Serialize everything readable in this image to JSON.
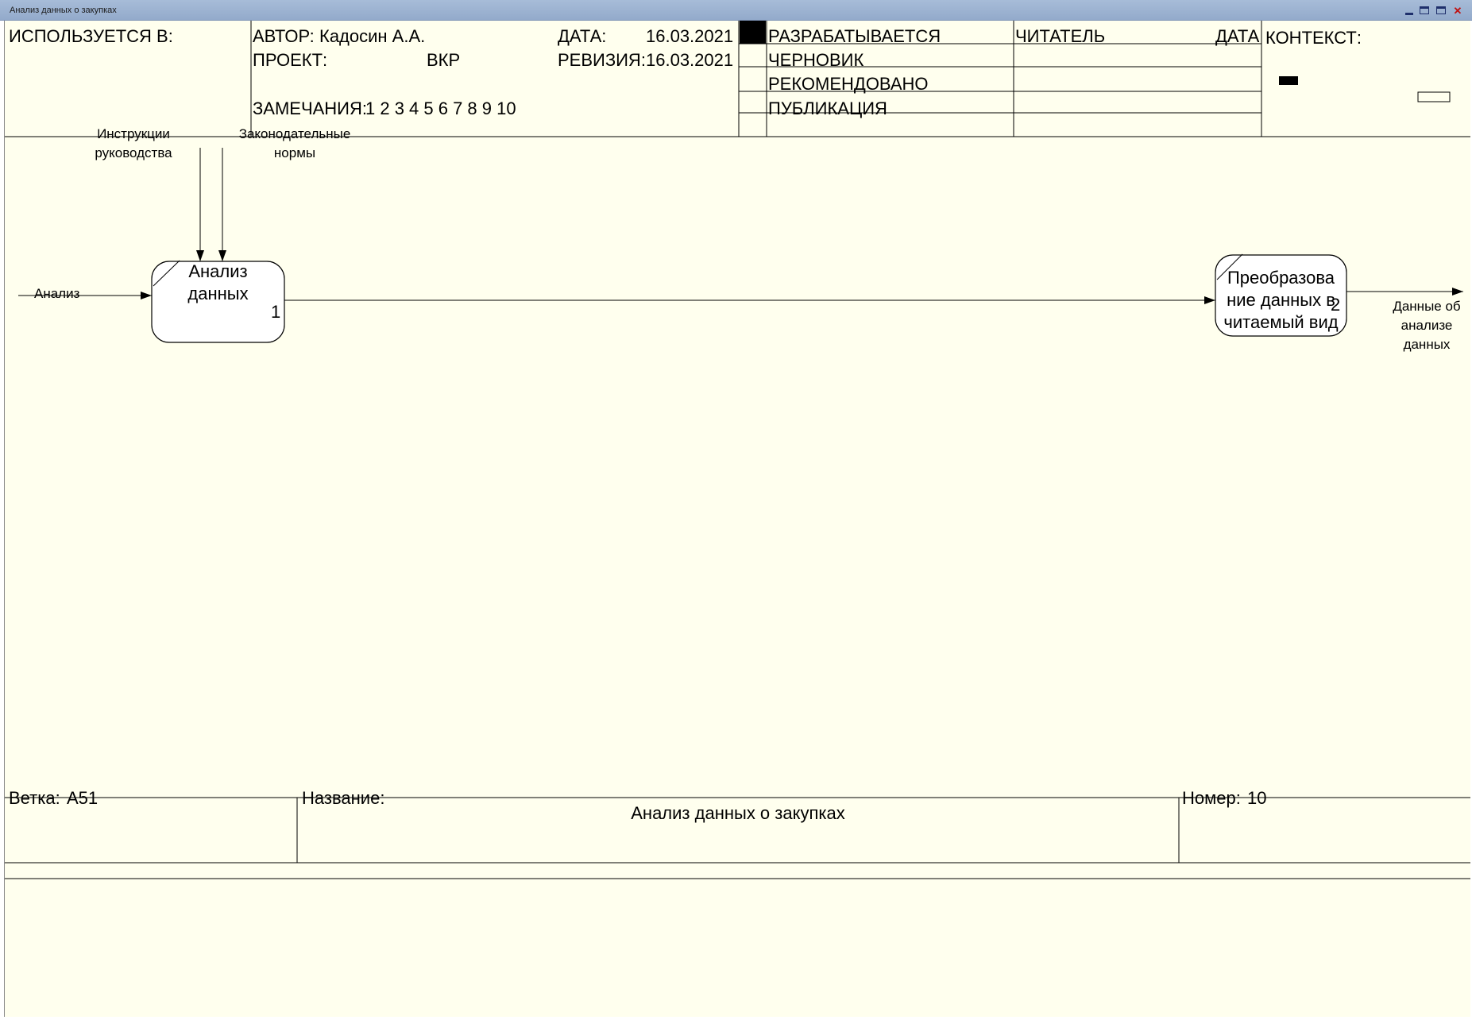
{
  "window": {
    "title": "Анализ данных о закупках"
  },
  "header": {
    "used_in_label": "ИСПОЛЬЗУЕТСЯ В:",
    "author_label": "АВТОР:",
    "author_value": "Кадосин А.А.",
    "project_label": "ПРОЕКТ:",
    "project_value": "ВКР",
    "date_label": "ДАТА:",
    "date_value": "16.03.2021",
    "revision_label": "РЕВИЗИЯ:",
    "revision_value": "16.03.2021",
    "notes_label": "ЗАМЕЧАНИЯ:",
    "notes_value": "1 2 3 4 5 6 7 8 9 10",
    "status": {
      "working": "РАЗРАБАТЫВАЕТСЯ",
      "draft": "ЧЕРНОВИК",
      "recommended": "РЕКОМЕНДОВАНО",
      "publication": "ПУБЛИКАЦИЯ"
    },
    "reader_label": "ЧИТАТЕЛЬ",
    "reader_date_label": "ДАТА",
    "context_label": "КОНТЕКСТ:"
  },
  "diagram": {
    "blocks": [
      {
        "label_line1": "Анализ",
        "label_line2": "данных",
        "number": "1"
      },
      {
        "label_line1": "Преобразова",
        "label_line2": "ние данных в",
        "label_line3": "читаемый вид",
        "number": "2"
      }
    ],
    "arrows": {
      "input": "Анализ",
      "control1_line1": "Инструкции",
      "control1_line2": "руководства",
      "control2_line1": "Законодательные",
      "control2_line2": "нормы",
      "output_line1": "Данные об",
      "output_line2": "анализе",
      "output_line3": "данных"
    }
  },
  "footer": {
    "node_label": "Ветка:",
    "node_value": "A51",
    "title_label": "Название:",
    "title_value": "Анализ данных о закупках",
    "number_label": "Номер:",
    "number_value": "10"
  }
}
